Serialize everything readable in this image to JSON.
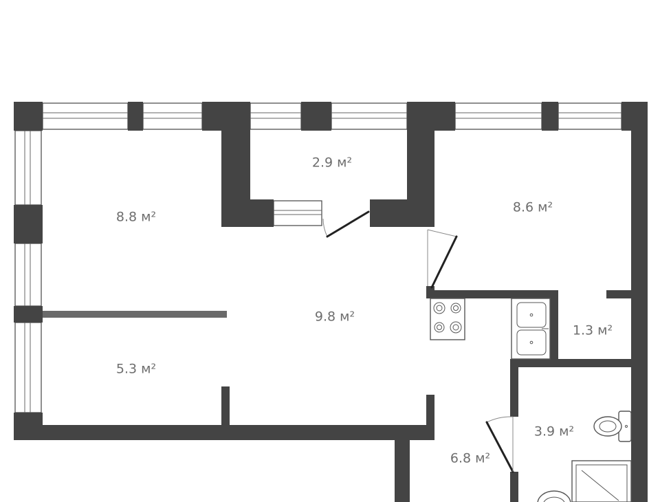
{
  "plan": {
    "rooms": [
      {
        "id": "room-1",
        "area": "8.8 м²"
      },
      {
        "id": "room-2",
        "area": "2.9 м²"
      },
      {
        "id": "room-3",
        "area": "8.6 м²"
      },
      {
        "id": "room-4",
        "area": "9.8 м²"
      },
      {
        "id": "room-5",
        "area": "5.3 м²"
      },
      {
        "id": "room-6",
        "area": "1.3 м²"
      },
      {
        "id": "room-7",
        "area": "3.9 м²"
      },
      {
        "id": "room-8",
        "area": "6.8 м²"
      }
    ]
  },
  "colors": {
    "wall": "#444444",
    "label": "#6e6e6e",
    "background": "#ffffff"
  },
  "icons": [
    "stove-icon",
    "sink-icon",
    "toilet-icon",
    "shower-icon",
    "washbasin-icon",
    "door-icon",
    "window-icon"
  ]
}
